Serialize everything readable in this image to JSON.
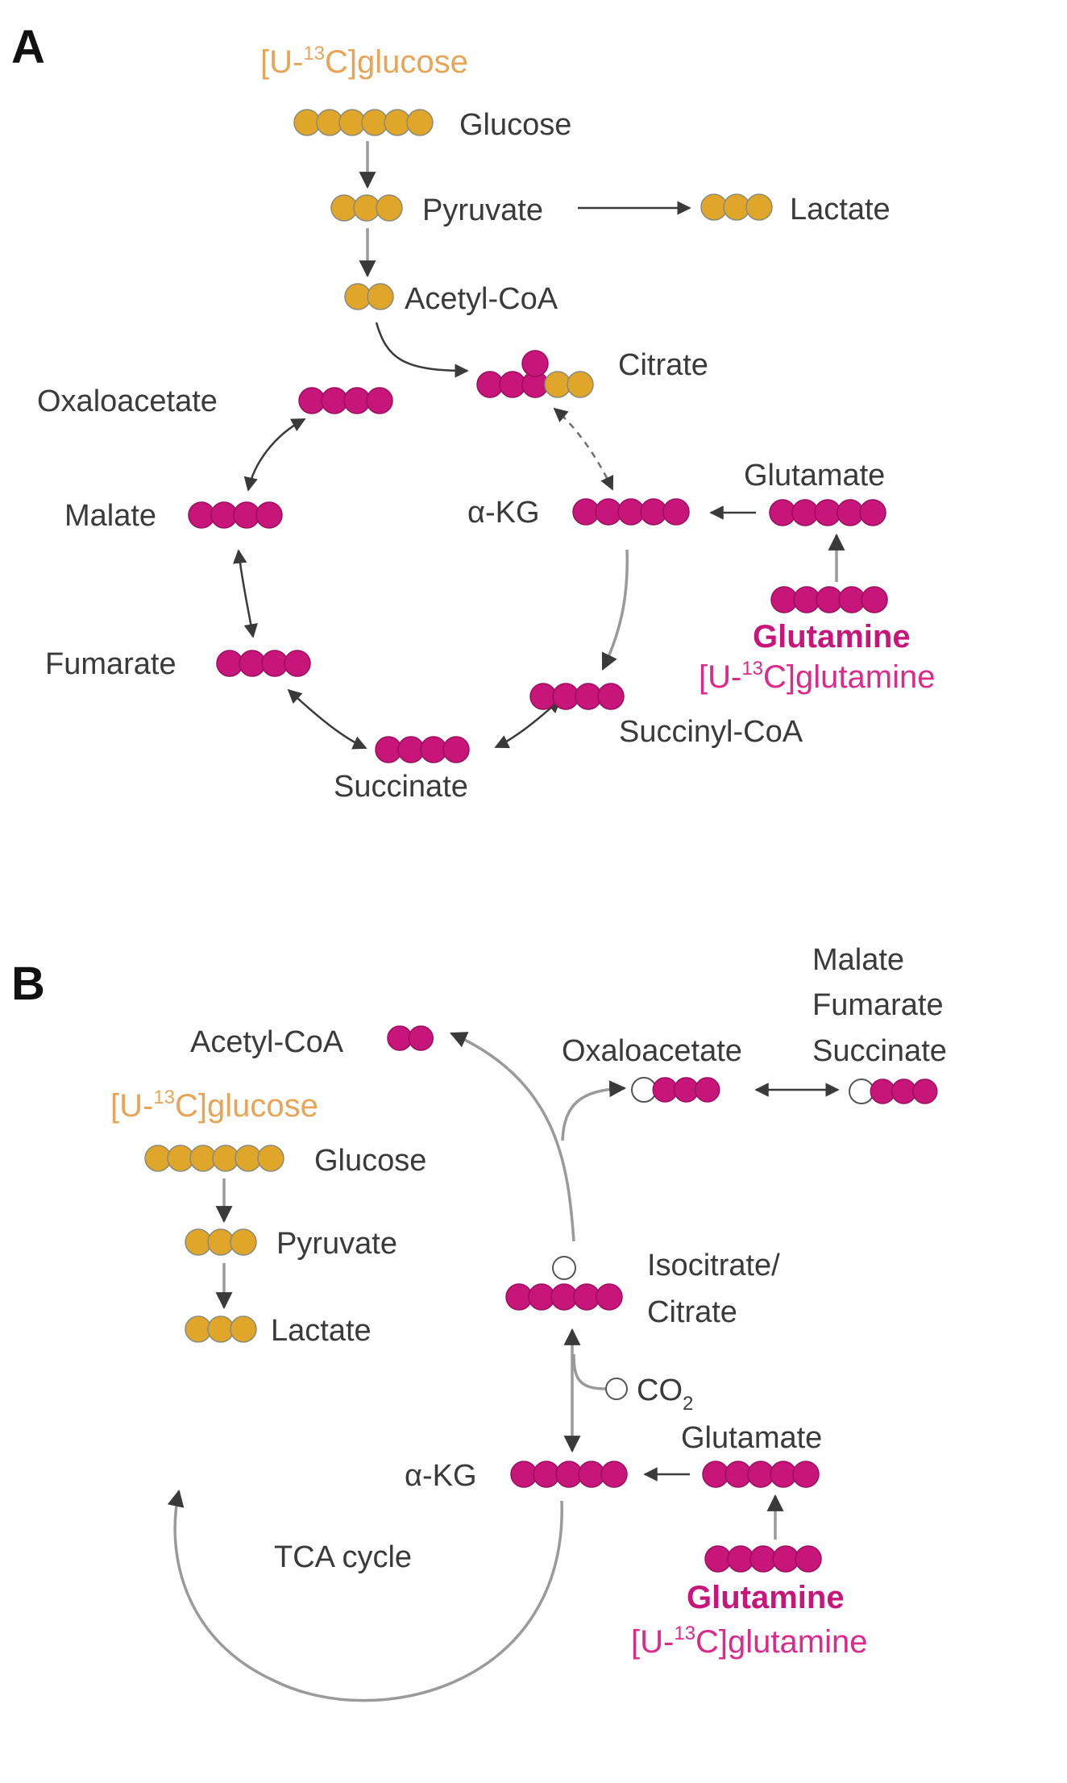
{
  "colors": {
    "glucose_carbon": "#e0a62a",
    "glutamine_carbon": "#c8157a",
    "unlabeled": "#ffffff",
    "glucose_text": "#e8a457",
    "glutamine_text": "#dc2a8c"
  },
  "panel_a": {
    "label": "A",
    "tracer_glucose": {
      "prefix": "[U-",
      "sup": "13",
      "suffix": "C]glucose"
    },
    "glucose": "Glucose",
    "pyruvate": "Pyruvate",
    "lactate": "Lactate",
    "acetyl_coa": "Acetyl-CoA",
    "citrate": "Citrate",
    "oxaloacetate": "Oxaloacetate",
    "malate": "Malate",
    "fumarate": "Fumarate",
    "succinate": "Succinate",
    "succinyl_coa": "Succinyl-CoA",
    "akg": "α-KG",
    "glutamate": "Glutamate",
    "glutamine": "Glutamine",
    "tracer_glutamine": {
      "prefix": "[U-",
      "sup": "13",
      "suffix": "C]glutamine"
    }
  },
  "panel_b": {
    "label": "B",
    "acetyl_coa": "Acetyl-CoA",
    "tracer_glucose": {
      "prefix": "[U-",
      "sup": "13",
      "suffix": "C]glucose"
    },
    "glucose": "Glucose",
    "pyruvate": "Pyruvate",
    "lactate": "Lactate",
    "oxaloacetate": "Oxaloacetate",
    "malate": "Malate",
    "fumarate": "Fumarate",
    "succinate": "Succinate",
    "isocitrate_line1": "Isocitrate/",
    "isocitrate_line2": "Citrate",
    "co2": {
      "base": "CO",
      "sub": "2"
    },
    "glutamate": "Glutamate",
    "akg": "α-KG",
    "tca_cycle": "TCA cycle",
    "glutamine": "Glutamine",
    "tracer_glutamine": {
      "prefix": "[U-",
      "sup": "13",
      "suffix": "C]glutamine"
    }
  },
  "molecules": [
    {
      "name": "glucose-a",
      "carbons": [
        "g",
        "g",
        "g",
        "g",
        "g",
        "g"
      ]
    },
    {
      "name": "pyruvate-a",
      "carbons": [
        "g",
        "g",
        "g"
      ]
    },
    {
      "name": "lactate-a",
      "carbons": [
        "g",
        "g",
        "g"
      ]
    },
    {
      "name": "acetyl-coa-a",
      "carbons": [
        "g",
        "g"
      ]
    },
    {
      "name": "citrate-a",
      "carbons": [
        "m",
        "m",
        "m",
        "m",
        "g",
        "g"
      ]
    },
    {
      "name": "oxaloacetate-a",
      "carbons": [
        "m",
        "m",
        "m",
        "m"
      ]
    },
    {
      "name": "malate-a",
      "carbons": [
        "m",
        "m",
        "m",
        "m"
      ]
    },
    {
      "name": "fumarate-a",
      "carbons": [
        "m",
        "m",
        "m",
        "m"
      ]
    },
    {
      "name": "succinate-a",
      "carbons": [
        "m",
        "m",
        "m",
        "m"
      ]
    },
    {
      "name": "succinyl-coa-a",
      "carbons": [
        "m",
        "m",
        "m",
        "m"
      ]
    },
    {
      "name": "akg-a",
      "carbons": [
        "m",
        "m",
        "m",
        "m",
        "m"
      ]
    },
    {
      "name": "glutamate-a",
      "carbons": [
        "m",
        "m",
        "m",
        "m",
        "m"
      ]
    },
    {
      "name": "glutamine-a",
      "carbons": [
        "m",
        "m",
        "m",
        "m",
        "m"
      ]
    },
    {
      "name": "acetyl-coa-b",
      "carbons": [
        "m",
        "m"
      ]
    },
    {
      "name": "glucose-b",
      "carbons": [
        "g",
        "g",
        "g",
        "g",
        "g",
        "g"
      ]
    },
    {
      "name": "pyruvate-b",
      "carbons": [
        "g",
        "g",
        "g"
      ]
    },
    {
      "name": "lactate-b",
      "carbons": [
        "g",
        "g",
        "g"
      ]
    },
    {
      "name": "oxaloacetate-b",
      "carbons": [
        "w",
        "m",
        "m",
        "m"
      ]
    },
    {
      "name": "malate-fumarate-succinate-b",
      "carbons": [
        "w",
        "m",
        "m",
        "m"
      ]
    },
    {
      "name": "isocitrate-b",
      "carbons": [
        "m",
        "m",
        "m",
        "m",
        "m",
        "w"
      ]
    },
    {
      "name": "co2-b",
      "carbons": [
        "w"
      ]
    },
    {
      "name": "akg-b",
      "carbons": [
        "m",
        "m",
        "m",
        "m",
        "m"
      ]
    },
    {
      "name": "glutamate-b",
      "carbons": [
        "m",
        "m",
        "m",
        "m",
        "m"
      ]
    },
    {
      "name": "glutamine-b",
      "carbons": [
        "m",
        "m",
        "m",
        "m",
        "m"
      ]
    }
  ]
}
